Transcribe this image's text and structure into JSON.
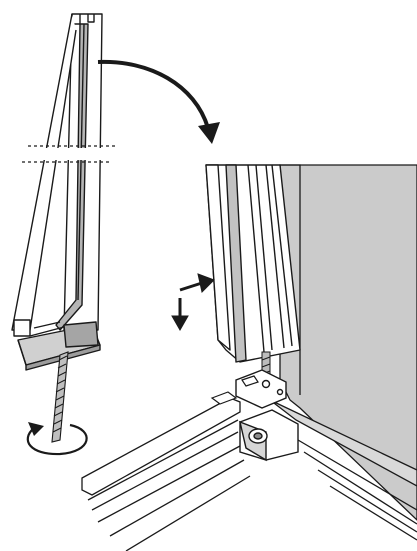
{
  "figure": {
    "type": "assembly-instruction-illustration",
    "text_labels": [],
    "colors": {
      "line": "#1a1a1a",
      "panel_gray": "#c9c9c9",
      "profile_gray": "#a9a9a9",
      "shadow_gray": "#8c8c8c",
      "background": "#ffffff"
    },
    "steps": [
      {
        "name": "rotate-profile",
        "arrow": "curved-arrow"
      },
      {
        "name": "push-profile-onto-pin",
        "arrow": "right-down-arrows"
      },
      {
        "name": "turn-adjustment-screw",
        "arrow": "rotation-arrow"
      }
    ]
  }
}
